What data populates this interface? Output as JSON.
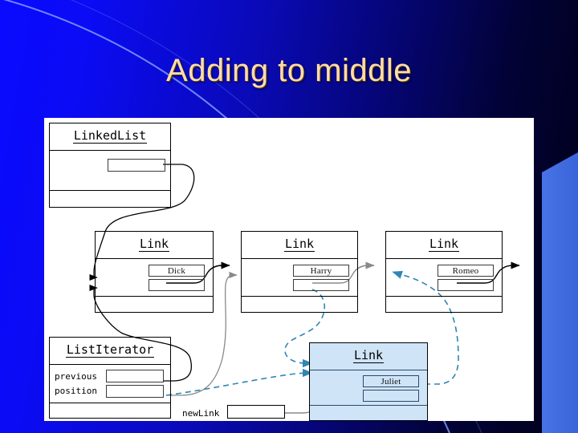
{
  "slide": {
    "title": "Adding to middle",
    "title_color": "#ffdda8",
    "background_from": "#0a0aff",
    "background_to": "#000018",
    "panel_color": "#ffffff",
    "accent_band_color": "#3b6ae0",
    "highlight_color": "#cfe4f7",
    "new_pointer_color": "#2f86b5",
    "old_pointer_color": "#8a8a8a"
  },
  "diagram": {
    "type": "linked-list-insert-middle",
    "linked_list": {
      "class_name": "LinkedList",
      "fields": [
        {
          "label": "",
          "value": "",
          "is_pointer": true,
          "target": "link-dick"
        }
      ]
    },
    "links": [
      {
        "id": "link-dick",
        "class_name": "Link",
        "data_field": {
          "label": "",
          "value": "Dick"
        },
        "next_field": {
          "label": "",
          "value": "",
          "is_pointer": true,
          "target": "link-harry",
          "state": "solid"
        }
      },
      {
        "id": "link-harry",
        "class_name": "Link",
        "data_field": {
          "label": "",
          "value": "Harry"
        },
        "next_field": {
          "label": "",
          "value": "",
          "is_pointer": true,
          "target": "link-juliet",
          "state": "rewired"
        }
      },
      {
        "id": "link-romeo",
        "class_name": "Link",
        "data_field": {
          "label": "",
          "value": "Romeo"
        },
        "next_field": {
          "label": "",
          "value": "",
          "is_pointer": true,
          "target": "off-slide",
          "state": "solid"
        }
      }
    ],
    "new_link": {
      "id": "link-juliet",
      "class_name": "Link",
      "highlighted": true,
      "data_field": {
        "label": "",
        "value": "Juliet"
      },
      "next_field": {
        "label": "",
        "value": "",
        "is_pointer": true,
        "target": "link-romeo",
        "state": "new"
      }
    },
    "list_iterator": {
      "class_name": "ListIterator",
      "fields": [
        {
          "label": "previous",
          "value": "",
          "is_pointer": true,
          "target": "link-dick"
        },
        {
          "label": "position",
          "value": "",
          "is_pointer": true,
          "target": "link-juliet"
        }
      ]
    },
    "new_link_variable": {
      "label": "newLink",
      "value": "",
      "is_pointer": true,
      "target": "link-juliet"
    }
  }
}
